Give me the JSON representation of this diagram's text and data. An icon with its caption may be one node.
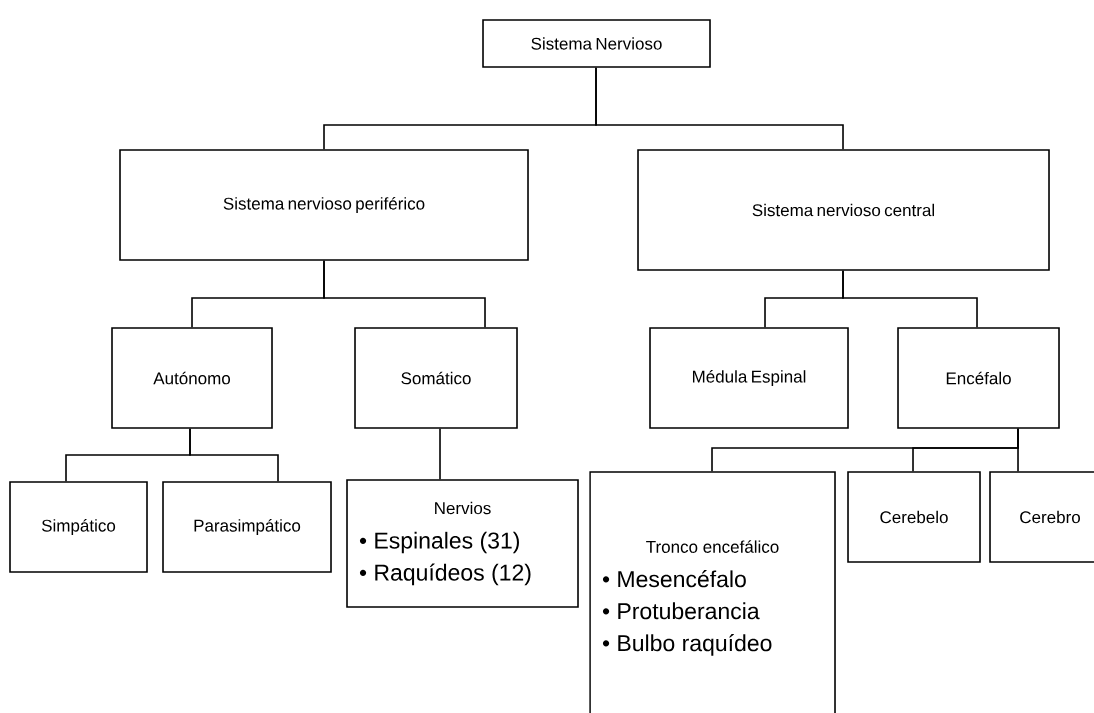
{
  "diagram": {
    "nodes": [
      {
        "text": [
          "Sistema Nervioso"
        ]
      },
      {
        "text": [
          "Sistema nervioso periférico"
        ]
      },
      {
        "text": [
          "Sistema nervioso central"
        ]
      },
      {
        "text": [
          "Autónomo"
        ]
      },
      {
        "text": [
          "Somático"
        ]
      },
      {
        "text": [
          "Médula Espinal"
        ]
      },
      {
        "text": [
          "Encéfalo"
        ]
      },
      {
        "text": [
          "Simpático"
        ]
      },
      {
        "text": [
          "Parasimpático"
        ]
      },
      {
        "text": [
          "Nervios",
          "• Espinales (31)",
          "• Raquídeos (12)"
        ]
      },
      {
        "text": [
          "Tronco encefálico",
          "• Mesencéfalo",
          "• Protuberancia",
          "• Bulbo raquídeo"
        ]
      },
      {
        "text": [
          "Cerebelo"
        ]
      },
      {
        "text": [
          "Cerebro"
        ]
      }
    ],
    "edges": [
      {
        "from": 0,
        "to": 1,
        "arrow": "none"
      },
      {
        "from": 0,
        "to": 2,
        "arrow": "none"
      },
      {
        "from": 1,
        "to": 3,
        "arrow": "none"
      },
      {
        "from": 1,
        "to": 4,
        "arrow": "none"
      },
      {
        "from": 2,
        "to": 5,
        "arrow": "none"
      },
      {
        "from": 2,
        "to": 6,
        "arrow": "none"
      },
      {
        "from": 3,
        "to": 7,
        "arrow": "none"
      },
      {
        "from": 3,
        "to": 8,
        "arrow": "none"
      },
      {
        "from": 4,
        "to": 9,
        "arrow": "none"
      },
      {
        "from": 6,
        "to": 10,
        "arrow": "none"
      },
      {
        "from": 6,
        "to": 11,
        "arrow": "none"
      },
      {
        "from": 6,
        "to": 12,
        "arrow": "none"
      }
    ]
  }
}
